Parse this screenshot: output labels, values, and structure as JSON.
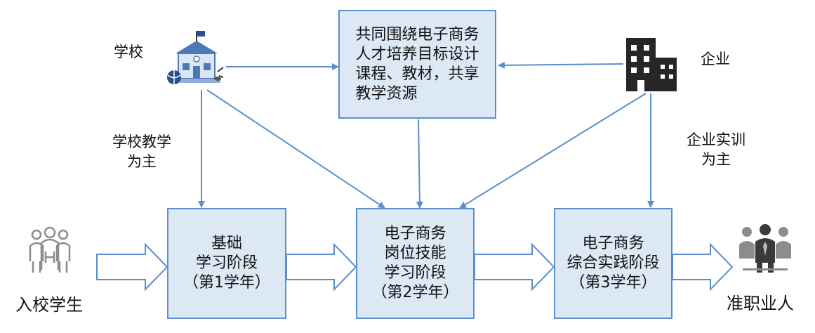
{
  "labels": {
    "school": "学校",
    "enterprise": "企业",
    "school_teaching": "学校教学\n为主",
    "enterprise_training": "企业实训\n为主",
    "entry_students": "入校学生",
    "quasi_professionals": "准职业人"
  },
  "boxes": {
    "shared_goal": "共同围绕电子商务\n人才培养目标设计\n课程、教材，共享\n教学资源",
    "stage1": "基础\n学习阶段\n（第1学年）",
    "stage2": "电子商务\n岗位技能\n学习阶段\n（第2学年）",
    "stage3": "电子商务\n综合实践阶段\n（第3学年）"
  },
  "colors": {
    "box_fill": "#dde8f5",
    "box_border": "#5b8fc7",
    "arrow": "#5b8fc7",
    "building": "#262626",
    "people_icon": "#8c8c8c",
    "people_dark": "#3a3a3a"
  },
  "icons": [
    "school-icon",
    "enterprise-building-icon",
    "students-group-icon",
    "professionals-group-icon"
  ]
}
